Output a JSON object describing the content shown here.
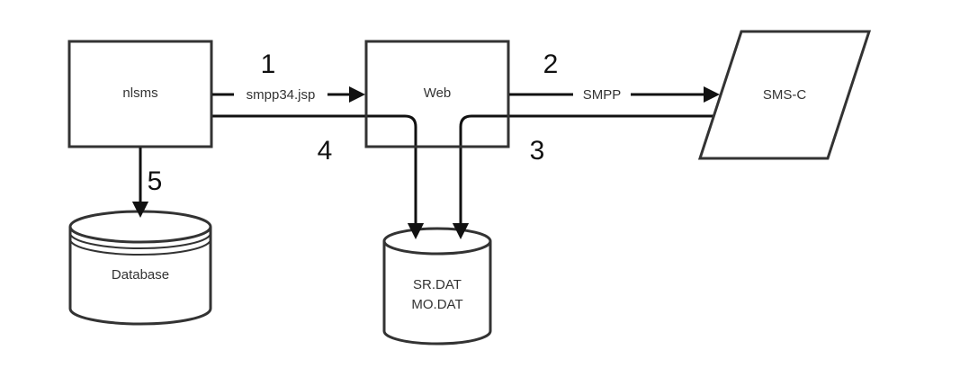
{
  "diagram": {
    "nodes": {
      "nlsms": {
        "label": "nlsms",
        "shape": "rectangle"
      },
      "web": {
        "label": "Web",
        "shape": "rectangle"
      },
      "smsc": {
        "label": "SMS-C",
        "shape": "parallelogram"
      },
      "database": {
        "label": "Database",
        "shape": "cylinder"
      },
      "datfiles": {
        "label_lines": [
          "SR.DAT",
          "MO.DAT"
        ],
        "shape": "cylinder"
      }
    },
    "edges": [
      {
        "step": "1",
        "from": "nlsms",
        "to": "web",
        "label": "smpp34.jsp"
      },
      {
        "step": "2",
        "from": "web",
        "to": "smsc",
        "label": "SMPP"
      },
      {
        "step": "3",
        "from": "smsc",
        "to": "datfiles",
        "label": ""
      },
      {
        "step": "4",
        "from": "nlsms",
        "to": "datfiles",
        "label": ""
      },
      {
        "step": "5",
        "from": "nlsms",
        "to": "database",
        "label": ""
      }
    ],
    "colors": {
      "stroke": "#333333",
      "edge": "#111111",
      "background": "#ffffff"
    }
  }
}
